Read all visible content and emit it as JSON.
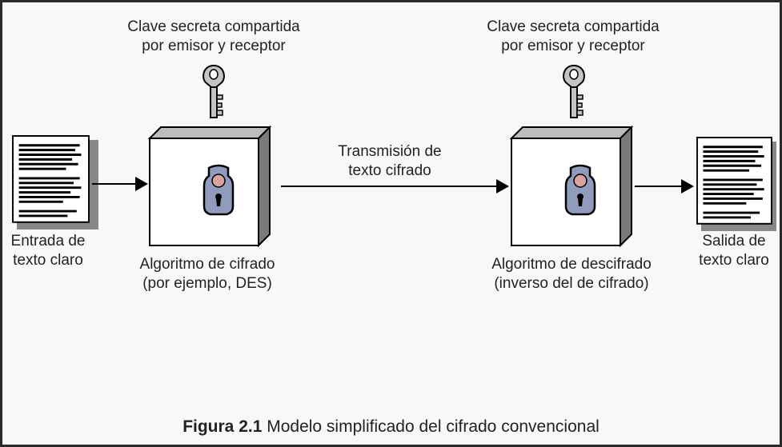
{
  "key_left": {
    "line1": "Clave secreta compartida",
    "line2": "por emisor y receptor",
    "icon": "key-icon"
  },
  "key_right": {
    "line1": "Clave secreta compartida",
    "line2": "por emisor y receptor",
    "icon": "key-icon"
  },
  "input_doc": {
    "line1": "Entrada de",
    "line2": "texto claro",
    "icon": "document-icon"
  },
  "output_doc": {
    "line1": "Salida de",
    "line2": "texto claro",
    "icon": "document-icon"
  },
  "encrypt_box": {
    "line1": "Algoritmo de cifrado",
    "line2": "(por ejemplo, DES)",
    "icon": "lock-icon"
  },
  "decrypt_box": {
    "line1": "Algoritmo de descifrado",
    "line2": "(inverso del de cifrado)",
    "icon": "lock-icon"
  },
  "transmission": {
    "line1": "Transmisión de",
    "line2": "texto cifrado"
  },
  "caption": {
    "label": "Figura 2.1",
    "text": " Modelo simplificado del cifrado convencional"
  },
  "colors": {
    "background": "#f8f8f8",
    "frame": "#2a2a2a",
    "lock_plate": "#8f9cbc",
    "lock_knob": "#d9a4a0",
    "key_metal": "#c4c4c4"
  }
}
